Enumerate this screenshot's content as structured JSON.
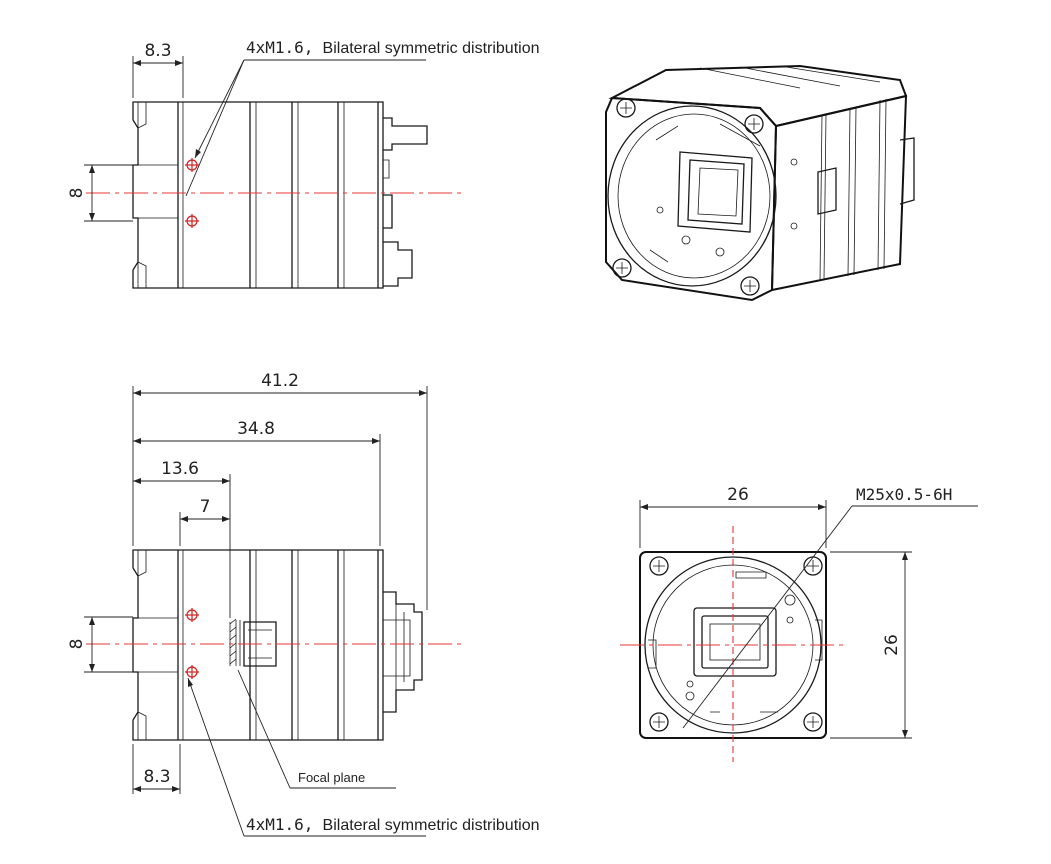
{
  "top_view": {
    "dim_width_left": "8.3",
    "dim_hole_spacing": "8",
    "hole_callout_prefix": "4xM1.6,",
    "hole_callout_text": "Bilateral symmetric distribution"
  },
  "side_view": {
    "dim_overall_length": "41.2",
    "dim_body_length": "34.8",
    "dim_focal_offset": "13.6",
    "dim_hole_offset": "7",
    "dim_hole_spacing": "8",
    "dim_width_left": "8.3",
    "focal_plane_label": "Focal plane",
    "hole_callout_prefix": "4xM1.6,",
    "hole_callout_text": "Bilateral symmetric distribution"
  },
  "front_view": {
    "dim_width": "26",
    "dim_height": "26",
    "thread_callout": "M25x0.5-6H"
  },
  "colors": {
    "line": "#1a1a1a",
    "center_line": "#e83535",
    "hole": "#d02020"
  }
}
